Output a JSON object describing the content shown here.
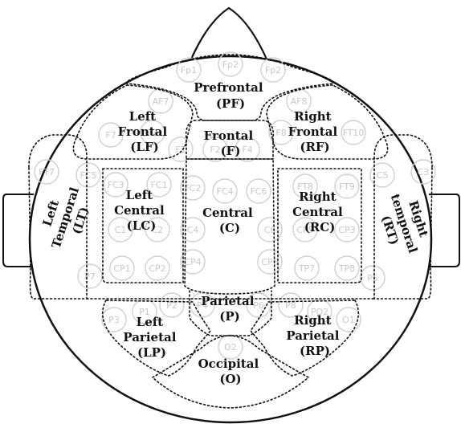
{
  "regions": {
    "prefrontal": [
      "Prefrontal",
      "(PF)"
    ],
    "left_frontal": [
      "Left",
      "Frontal",
      "(LF)"
    ],
    "frontal": [
      "Frontal",
      "(F)"
    ],
    "right_frontal": [
      "Right",
      "Frontal",
      "(RF)"
    ],
    "left_temporal": [
      "Left",
      "Temporal",
      "(LT)"
    ],
    "left_central": [
      "Left",
      "Central",
      "(LC)"
    ],
    "central": [
      "Central",
      "(C)"
    ],
    "right_central": [
      "Right",
      "Central",
      "(RC)"
    ],
    "right_temporal": [
      "Right",
      "temporal",
      "(RT)"
    ],
    "parietal": [
      "Parietal",
      "(P)"
    ],
    "left_parietal": [
      "Left",
      "Parietal",
      "(LP)"
    ],
    "right_parietal": [
      "Right",
      "Parietal",
      "(RP)"
    ],
    "occipital": [
      "Occipital",
      "(O)"
    ]
  },
  "electrodes": [
    "Fp1",
    "Fp2",
    "Fp2",
    "AF7",
    "AF8",
    "F7",
    "F3",
    "F1",
    "F2",
    "F4",
    "F8",
    "FT10",
    "FT7",
    "FC5",
    "FC3",
    "FC1",
    "FC2",
    "FC4",
    "FC6",
    "FT8",
    "FT9",
    "C5",
    "C3",
    "C1",
    "C2",
    "C4",
    "C6",
    "CP5",
    "CP3",
    "CP1",
    "CP2",
    "CP4",
    "CP6",
    "TP7",
    "TP8",
    "P7",
    "P5",
    "P3",
    "P1",
    "P2",
    "P4",
    "P6",
    "P8",
    "PO2",
    "O1",
    "O2"
  ]
}
